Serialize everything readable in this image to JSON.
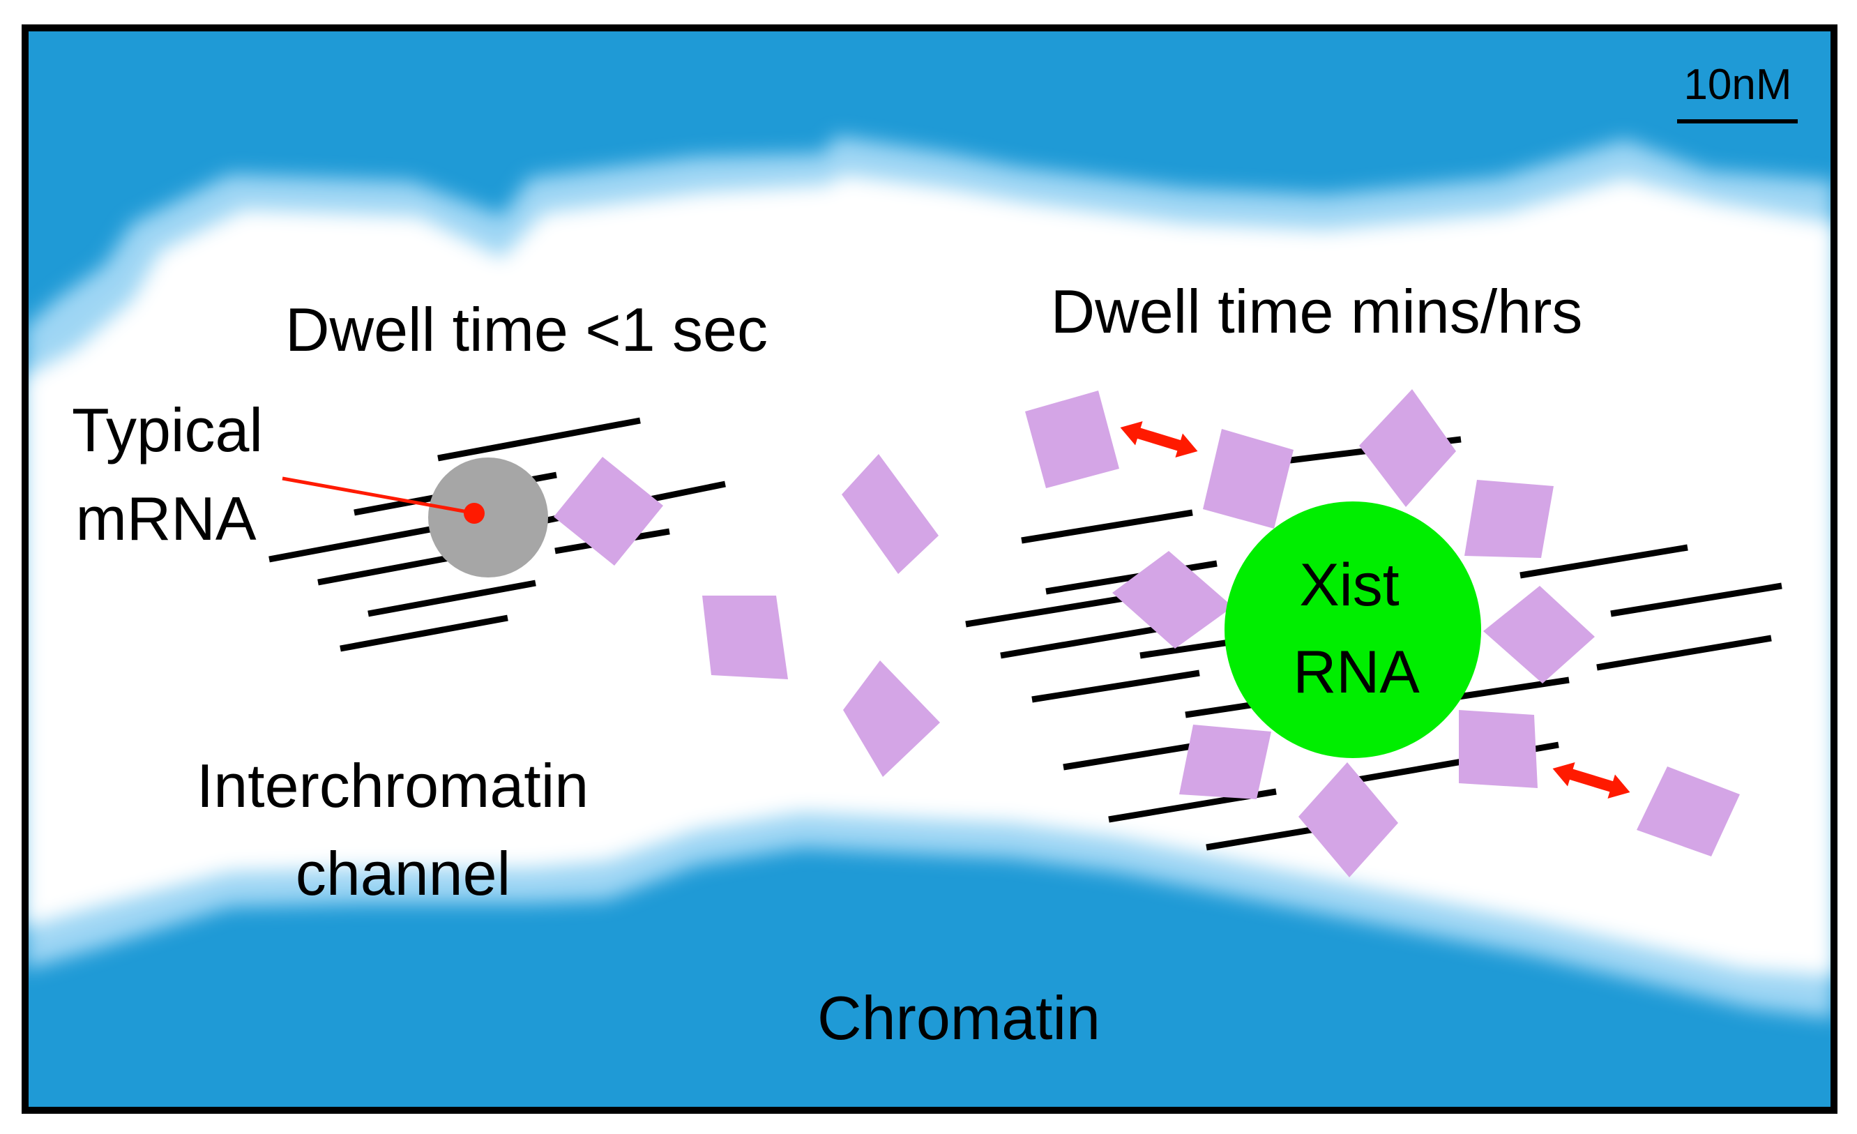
{
  "colors": {
    "chromatin": "#1f9ad6",
    "chromatin_halo": "#9ed6f4",
    "channel": "#ffffff",
    "frame": "#000000",
    "mrna": "#a6a6a6",
    "xist": "#00ee00",
    "protein": "#d4a5e6",
    "arrow": "#ff1a00",
    "text": "#000000"
  },
  "labels": {
    "scale_bar": "10nM",
    "dwell_short": "Dwell time <1 sec",
    "dwell_long": "Dwell time mins/hrs",
    "typical_line1": "Typical",
    "typical_line2": "mRNA",
    "channel_line1": "Interchromatin",
    "channel_line2": "channel",
    "chromatin": "Chromatin",
    "xist_line1": "Xist",
    "xist_line2": "RNA"
  },
  "icons": [
    "double-headed-arrow-icon",
    "dna-strand-icon",
    "protein-square-icon"
  ]
}
